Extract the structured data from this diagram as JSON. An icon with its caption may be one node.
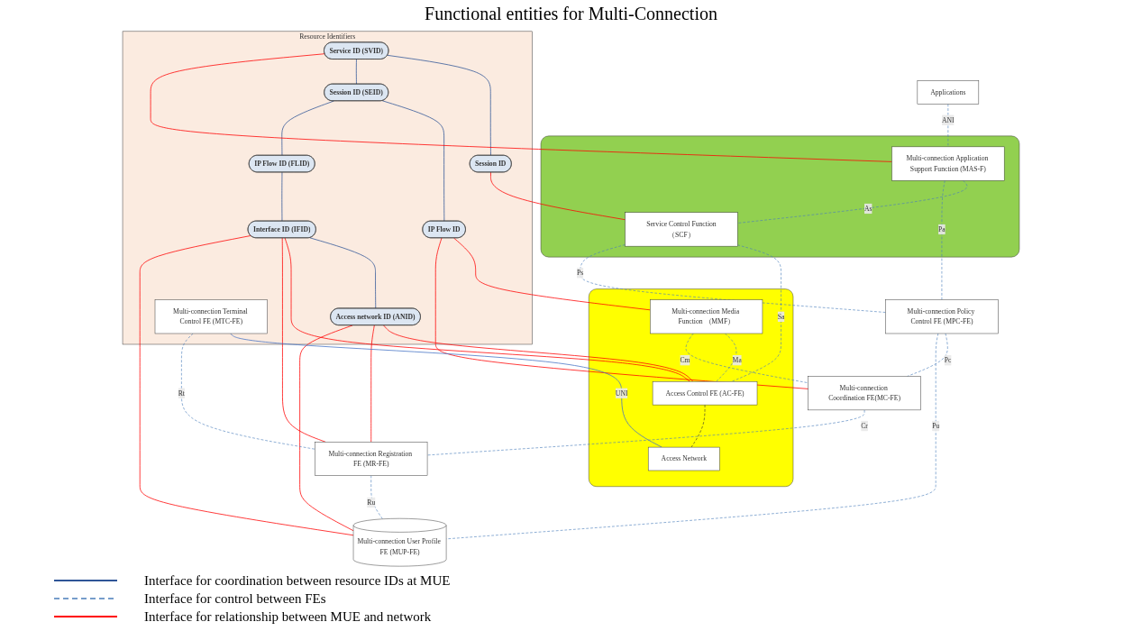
{
  "diagram": {
    "title": "Functional entities for Multi-Connection",
    "nodes": [
      {
        "text": [
          "Resource Identifiers"
        ]
      },
      {
        "text": [
          "Service ID (SVID)"
        ],
        "in": 0
      },
      {
        "text": [
          "Session ID"
        ],
        "in": 0
      },
      {
        "text": [
          "Session ID (SEID)"
        ],
        "in": 0
      },
      {
        "text": [
          "IP Flow ID"
        ],
        "in": 0
      },
      {
        "text": [
          "IP Flow ID (FLID)"
        ],
        "in": 0
      },
      {
        "text": [
          "Interface ID (IFID)"
        ],
        "in": 0
      },
      {
        "text": [
          "Access network ID (ANID)"
        ],
        "in": 0
      },
      {
        "text": [
          "Multi-connection Terminal Control FE (MTC-FE)"
        ],
        "in": 0
      },
      {
        "text": [
          "Applications"
        ]
      },
      {
        "text": [],
        "shape": "box"
      },
      {
        "text": [
          "Multi-connection Application Support Function (MAS-F)"
        ],
        "in": 10
      },
      {
        "text": [
          "Service Control Function（SCF）"
        ],
        "in": 10
      },
      {
        "text": [],
        "shape": "box"
      },
      {
        "text": [
          "Multi-connection Media Function （MMF）"
        ],
        "in": 13
      },
      {
        "text": [
          "Access Control FE (AC-FE)"
        ],
        "in": 13
      },
      {
        "text": [
          "Access Network"
        ],
        "in": 13
      },
      {
        "text": [
          "Multi-connection Policy Control FE (MPC-FE)"
        ]
      },
      {
        "text": [
          "Multi-connection Coordination FE(MC-FE)"
        ]
      },
      {
        "text": [
          "Multi-connection Registration FE (MR-FE)"
        ]
      },
      {
        "text": [
          "Multi-connection User Profile FE (MUP-FE)"
        ]
      }
    ],
    "edges": [
      {
        "from": 1,
        "to": 2,
        "arrow": "none",
        "color": "#2f5597"
      },
      {
        "from": 1,
        "to": 3,
        "arrow": "none",
        "color": "#2f5597"
      },
      {
        "from": 3,
        "to": 4,
        "arrow": "none",
        "color": "#2f5597"
      },
      {
        "from": 3,
        "to": 5,
        "arrow": "none",
        "color": "#2f5597"
      },
      {
        "from": 5,
        "to": 6,
        "arrow": "none",
        "color": "#2f5597"
      },
      {
        "from": 6,
        "to": 7,
        "arrow": "none",
        "color": "#2f5597"
      },
      {
        "from": 1,
        "to": 11,
        "arrow": "none",
        "color": "#ff0000"
      },
      {
        "from": 2,
        "to": 12,
        "arrow": "none",
        "color": "#ff0000"
      },
      {
        "from": 4,
        "to": 14,
        "arrow": "none",
        "color": "#ff0000"
      },
      {
        "from": 4,
        "to": 18,
        "arrow": "none",
        "color": "#ff0000"
      },
      {
        "from": 6,
        "to": 15,
        "arrow": "none",
        "color": "#ff0000"
      },
      {
        "from": 7,
        "to": 15,
        "arrow": "none",
        "color": "#ff0000"
      },
      {
        "from": 6,
        "to": 19,
        "arrow": "none",
        "color": "#ff0000"
      },
      {
        "from": 7,
        "to": 19,
        "arrow": "none",
        "color": "#ff0000"
      },
      {
        "from": 6,
        "to": 20,
        "arrow": "none",
        "color": "#ff0000"
      },
      {
        "from": 7,
        "to": 20,
        "arrow": "none",
        "color": "#ff0000"
      },
      {
        "from": 8,
        "to": 16,
        "label": "UNI",
        "arrow": "none",
        "color": "#4472c4"
      },
      {
        "from": 9,
        "to": 11,
        "label": "ANI",
        "arrow": "none",
        "style": "dashed"
      },
      {
        "from": 11,
        "to": 12,
        "label": "As",
        "arrow": "none",
        "style": "dashed"
      },
      {
        "from": 12,
        "to": 15,
        "label": "Sa",
        "arrow": "none",
        "style": "dashed"
      },
      {
        "from": 14,
        "to": 15,
        "label": "Ma",
        "arrow": "none",
        "style": "dashed"
      },
      {
        "from": 15,
        "to": 16,
        "arrow": "none",
        "style": "dashed",
        "color": "#333333"
      },
      {
        "from": 11,
        "to": 17,
        "label": "Pa",
        "arrow": "none",
        "style": "dashed"
      },
      {
        "from": 12,
        "to": 17,
        "label": "Ps",
        "arrow": "none",
        "style": "dashed"
      },
      {
        "from": 14,
        "to": 18,
        "label": "Cm",
        "arrow": "none",
        "style": "dashed"
      },
      {
        "from": 17,
        "to": 18,
        "label": "Pc",
        "arrow": "none",
        "style": "dashed"
      },
      {
        "from": 18,
        "to": 19,
        "label": "Cr",
        "arrow": "none",
        "style": "dashed"
      },
      {
        "from": 19,
        "to": 20,
        "label": "Ru",
        "arrow": "none",
        "style": "dashed"
      },
      {
        "from": 17,
        "to": 20,
        "label": "Pu",
        "arrow": "none",
        "style": "dashed"
      },
      {
        "from": 8,
        "to": 19,
        "label": "Rt",
        "arrow": "none",
        "style": "dashed"
      }
    ],
    "legend": [
      {
        "text": "Interface for coordination between resource IDs at MUE"
      },
      {
        "text": "Interface for control between FEs"
      },
      {
        "text": "Interface for relationship between MUE and network"
      }
    ]
  }
}
